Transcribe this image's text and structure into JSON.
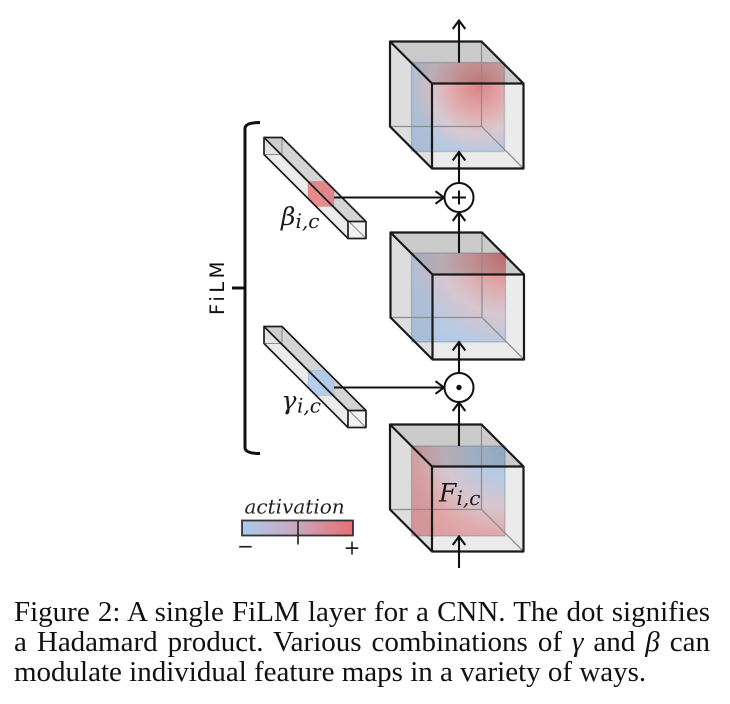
{
  "diagram": {
    "film_label": "FiLM",
    "beta": {
      "symbol": "β",
      "subscript": "i,c"
    },
    "gamma": {
      "symbol": "γ",
      "subscript": "i,c"
    },
    "feature_map": {
      "symbol": "F",
      "subscript": "i,c"
    },
    "operators": {
      "add": {
        "icon": "plus-icon",
        "glyph": "⊕"
      },
      "hadamard": {
        "icon": "dot-icon",
        "glyph": "⊙"
      }
    },
    "legend": {
      "title": "activation",
      "min_label": "−",
      "max_label": "+",
      "colors": {
        "negative": "#acc9ee",
        "neutral": "#c9a7bd",
        "positive": "#e56f73"
      }
    }
  },
  "caption": {
    "line1": "Figure 2: A single FiLM layer for a CNN. The dot signifies",
    "line2": {
      "text_before_gamma": "a Hadamard product. Various combinations of",
      "gamma": "γ",
      "text_between": "and",
      "beta": "β",
      "text_after_beta": "can"
    },
    "line3": "modulate individual feature maps in a variety of ways."
  }
}
